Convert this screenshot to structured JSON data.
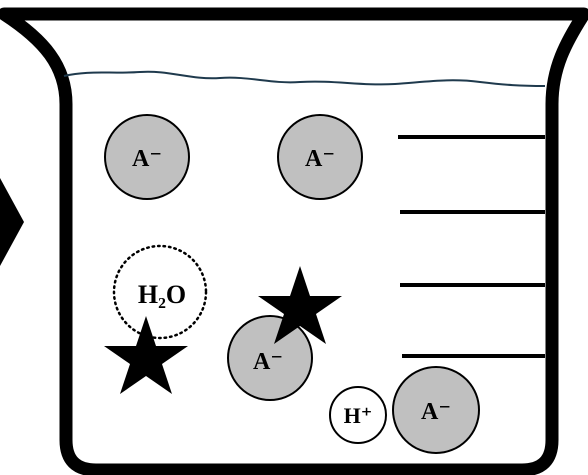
{
  "colors": {
    "outline": "#000000",
    "ion_fill": "#c0c0c0",
    "water_line": "#1f3a4d",
    "background": "#ffffff"
  },
  "icons": {
    "arrow": "triangle-arrow-right-icon",
    "marker": "star-icon"
  },
  "labels": {
    "anion": "A⁻",
    "proton": "H⁺",
    "water": "H₂O"
  }
}
